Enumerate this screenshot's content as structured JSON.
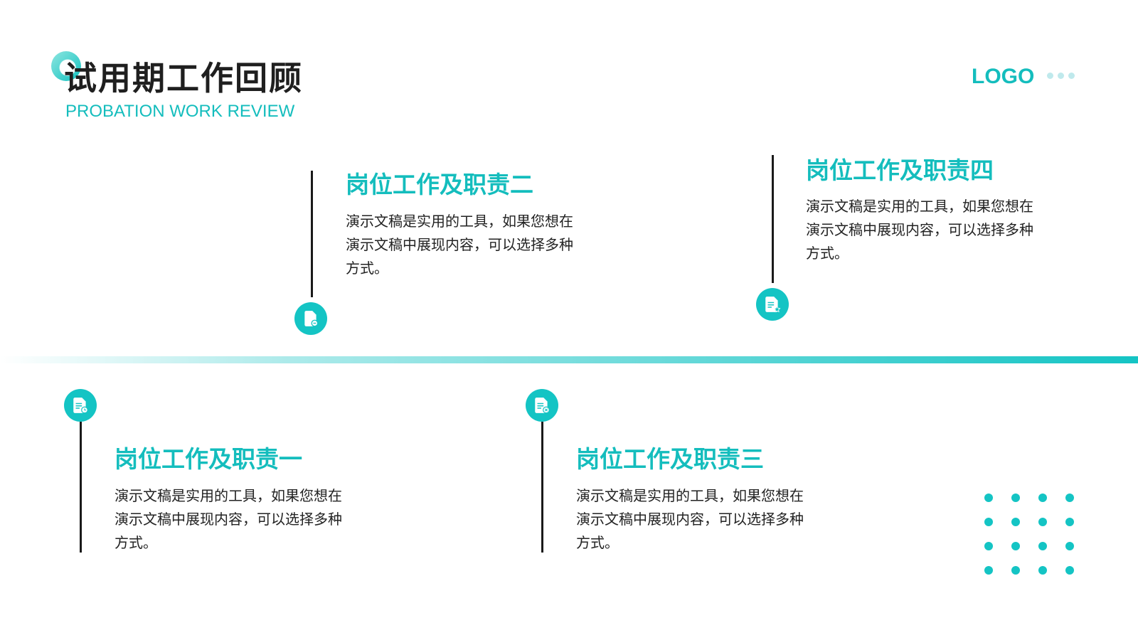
{
  "header": {
    "title": "试用期工作回顾",
    "subtitle": "PROBATION WORK REVIEW",
    "logo": "LOGO"
  },
  "items": [
    {
      "title": "岗位工作及职责一",
      "body": "演示文稿是实用的工具，如果您想在演示文稿中展现内容，可以选择多种方式。",
      "icon": "document-clock-icon"
    },
    {
      "title": "岗位工作及职责二",
      "body": "演示文稿是实用的工具，如果您想在演示文稿中展现内容，可以选择多种方式。",
      "icon": "document-minus-icon"
    },
    {
      "title": "岗位工作及职责三",
      "body": "演示文稿是实用的工具，如果您想在演示文稿中展现内容，可以选择多种方式。",
      "icon": "document-close-icon"
    },
    {
      "title": "岗位工作及职责四",
      "body": "演示文稿是实用的工具，如果您想在演示文稿中展现内容，可以选择多种方式。",
      "icon": "document-star-icon"
    }
  ],
  "colors": {
    "accent": "#14c4c4",
    "title": "#1f1f1f",
    "body": "#222222",
    "line": "#1a1a1a"
  }
}
